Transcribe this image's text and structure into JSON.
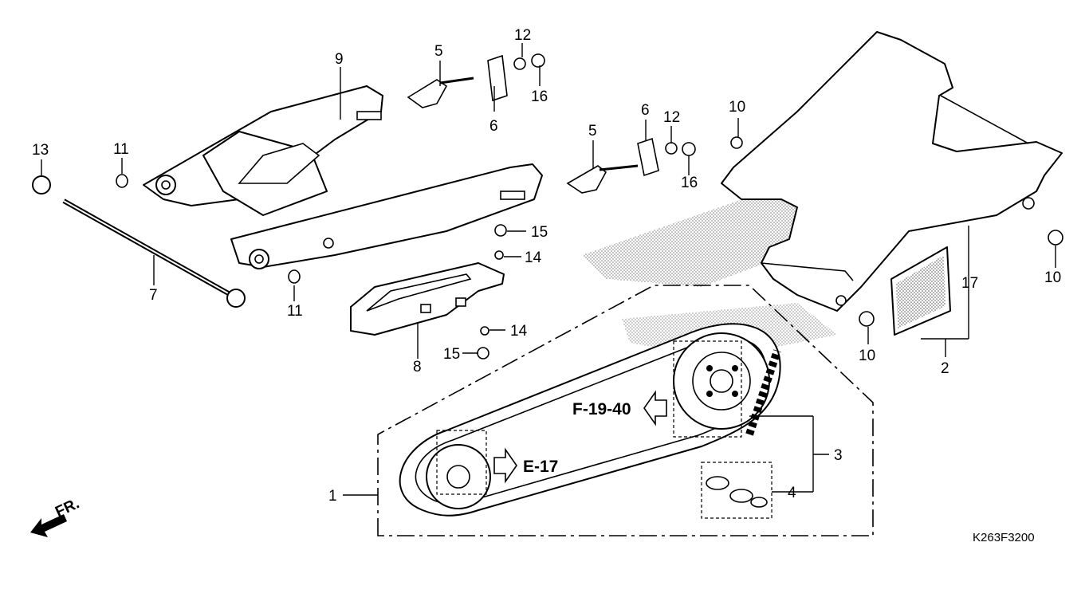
{
  "callouts": {
    "c1": "1",
    "c2": "2",
    "c3": "3",
    "c4": "4",
    "c5a": "5",
    "c5b": "5",
    "c6a": "6",
    "c6b": "6",
    "c7": "7",
    "c8": "8",
    "c9": "9",
    "c10a": "10",
    "c10b": "10",
    "c10c": "10",
    "c11a": "11",
    "c11b": "11",
    "c12a": "12",
    "c12b": "12",
    "c13": "13",
    "c14a": "14",
    "c14b": "14",
    "c15a": "15",
    "c15b": "15",
    "c16a": "16",
    "c16b": "16",
    "c17": "17"
  },
  "refs": {
    "rear_sprocket": "F-19-40",
    "drive_sprocket": "E-17"
  },
  "direction": {
    "label": "FR."
  },
  "diagram_code": "K263F3200"
}
